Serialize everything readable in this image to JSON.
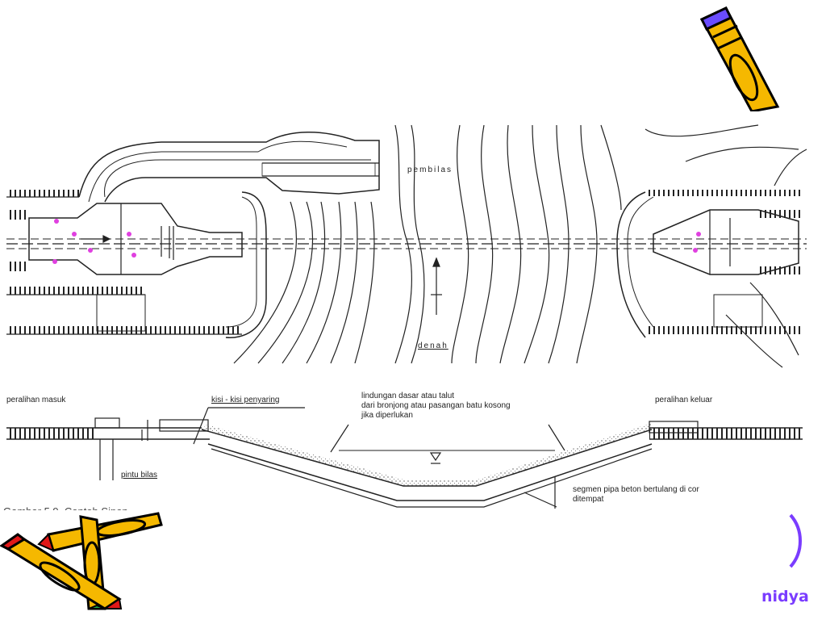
{
  "labels": {
    "pembilas": "pembilas",
    "denah": "denah",
    "peralihan_masuk": "peralihan masuk",
    "kisi_penyaring": "kisi - kisi penyaring",
    "lindungan_1": "lindungan dasar atau talut",
    "lindungan_2": "dari bronjong atau  pasangan batu kosong",
    "lindungan_3": "jika diperlukan",
    "peralihan_keluar": "peralihan keluar",
    "pintu_bilas": "pintu bilas",
    "segmen_1": "segmen pipa beton bertulang di cor",
    "segmen_2": "ditempat"
  },
  "caption": "Gambar 5.9. Contoh Sipon",
  "signature": "nidya",
  "colors": {
    "line": "#222222",
    "pink_marks": "#e040e0",
    "pencil_yellow": "#f5b800",
    "pencil_red": "#e01818",
    "pencil_purple": "#6a4cff",
    "signature": "#7a3cff"
  },
  "icons": {
    "top_right": "pencil-icon",
    "bottom_left": "crossed-pencils-icon",
    "bottom_right": "bracket-icon"
  }
}
